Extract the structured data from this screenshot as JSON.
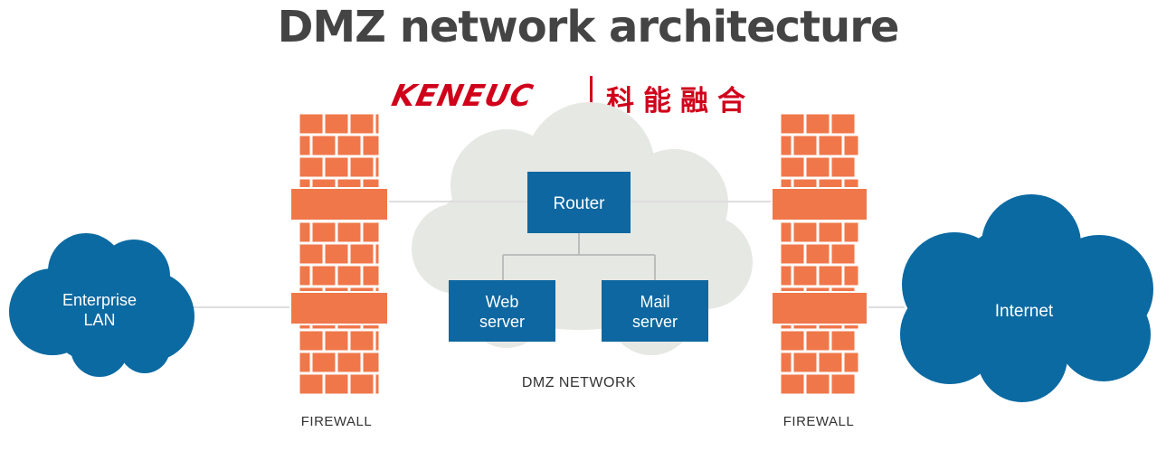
{
  "title": "DMZ network architecture",
  "logo": {
    "latin": "KENEUC",
    "cjk": "科能融合"
  },
  "nodes": {
    "enterprise_lan": [
      "Enterprise",
      "LAN"
    ],
    "internet": "Internet",
    "router": "Router",
    "web_server": [
      "Web",
      "server"
    ],
    "mail_server": [
      "Mail",
      "server"
    ]
  },
  "labels": {
    "dmz_network": "DMZ NETWORK",
    "firewall_left": "FIREWALL",
    "firewall_right": "FIREWALL"
  },
  "colors": {
    "cloud_blue": "#0b6aa2",
    "box_blue": "#0e67a0",
    "brick": "#f0774a",
    "mortar": "#ffffff",
    "dmz_cloud": "#e6e8e3",
    "brand_red": "#d0021b",
    "title_gray": "#444444"
  }
}
